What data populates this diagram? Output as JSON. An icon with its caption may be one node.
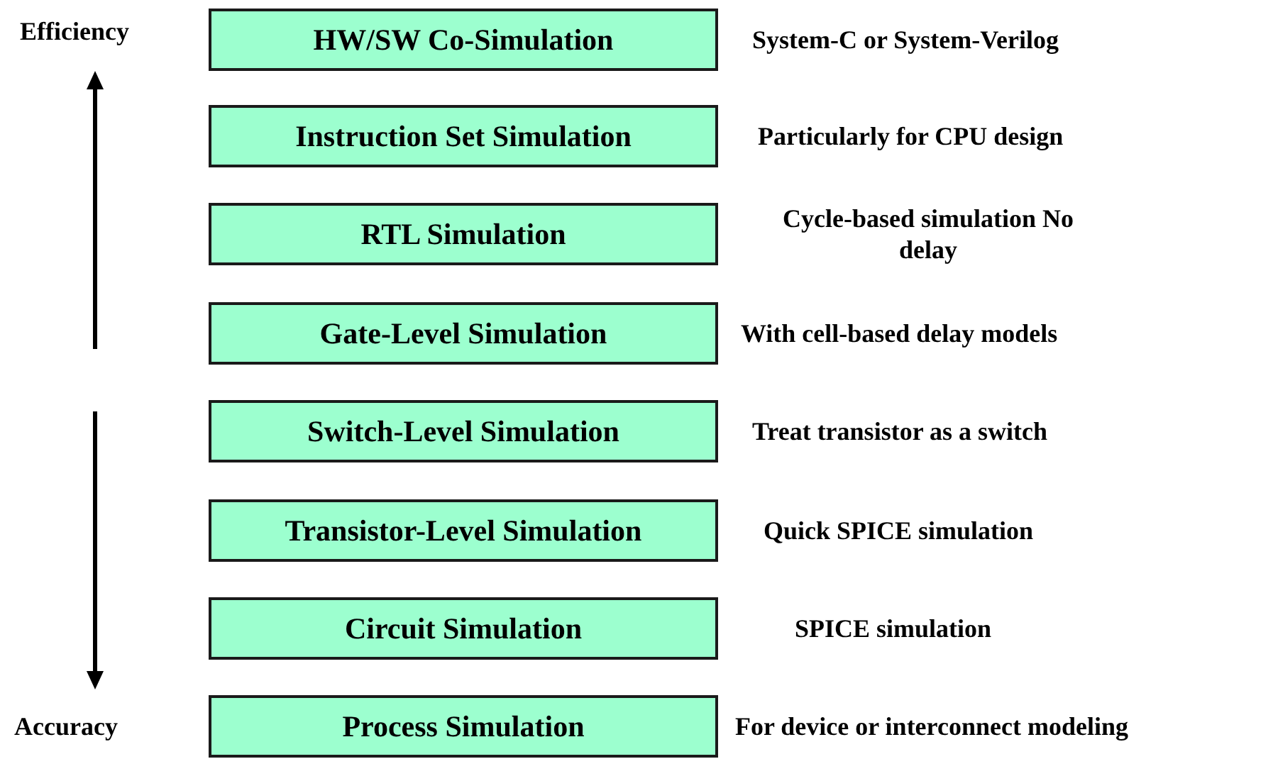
{
  "diagram": {
    "nodes": [
      {
        "text": [
          "HW/SW Co-Simulation"
        ],
        "beside": [
          "System-C or System-Verilog"
        ]
      },
      {
        "text": [
          "Instruction Set Simulation"
        ],
        "beside": [
          "Particularly for CPU design"
        ]
      },
      {
        "text": [
          "RTL Simulation"
        ],
        "beside": [
          "Cycle-based simulation No delay"
        ]
      },
      {
        "text": [
          "Gate-Level Simulation"
        ],
        "beside": [
          "With cell-based delay models"
        ]
      },
      {
        "text": [
          "Switch-Level Simulation"
        ],
        "beside": [
          "Treat transistor as a switch"
        ]
      },
      {
        "text": [
          "Transistor-Level Simulation"
        ],
        "beside": [
          "Quick SPICE simulation"
        ]
      },
      {
        "text": [
          "Circuit Simulation"
        ],
        "beside": [
          "SPICE simulation"
        ]
      },
      {
        "text": [
          "Process Simulation"
        ],
        "beside": [
          "For device or interconnect modeling"
        ]
      }
    ],
    "labels": [
      "Efficiency",
      "Accuracy"
    ]
  }
}
